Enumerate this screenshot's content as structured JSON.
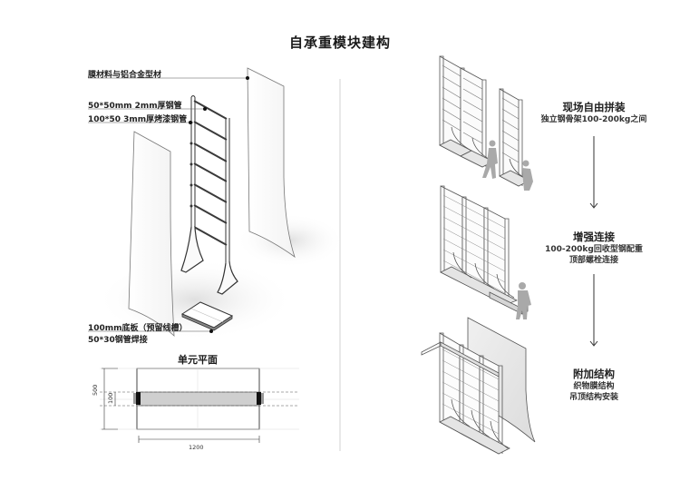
{
  "title": "自承重模块建构",
  "left_panel": {
    "callouts": [
      {
        "text": "膜材料与铝合金型材"
      },
      {
        "text": "50*50mm 2mm厚钢管"
      },
      {
        "text": "100*50 3mm厚烤漆钢管"
      },
      {
        "text": "100mm底板（预留线槽）"
      },
      {
        "text": "50*30钢管焊接"
      }
    ],
    "plan": {
      "title": "单元平面",
      "dim_width": "1200",
      "dim_depth_outer": "500",
      "dim_depth_inner": "100"
    }
  },
  "right_panel": {
    "steps": [
      {
        "heading": "现场自由拼装",
        "lines": [
          "独立钢骨架100-200kg之间"
        ]
      },
      {
        "heading": "增强连接",
        "lines": [
          "100-200kg回收型钢配重",
          "顶部螺栓连接"
        ]
      },
      {
        "heading": "附加结构",
        "lines": [
          "织物膜结构",
          "吊顶结构安装"
        ]
      }
    ]
  }
}
